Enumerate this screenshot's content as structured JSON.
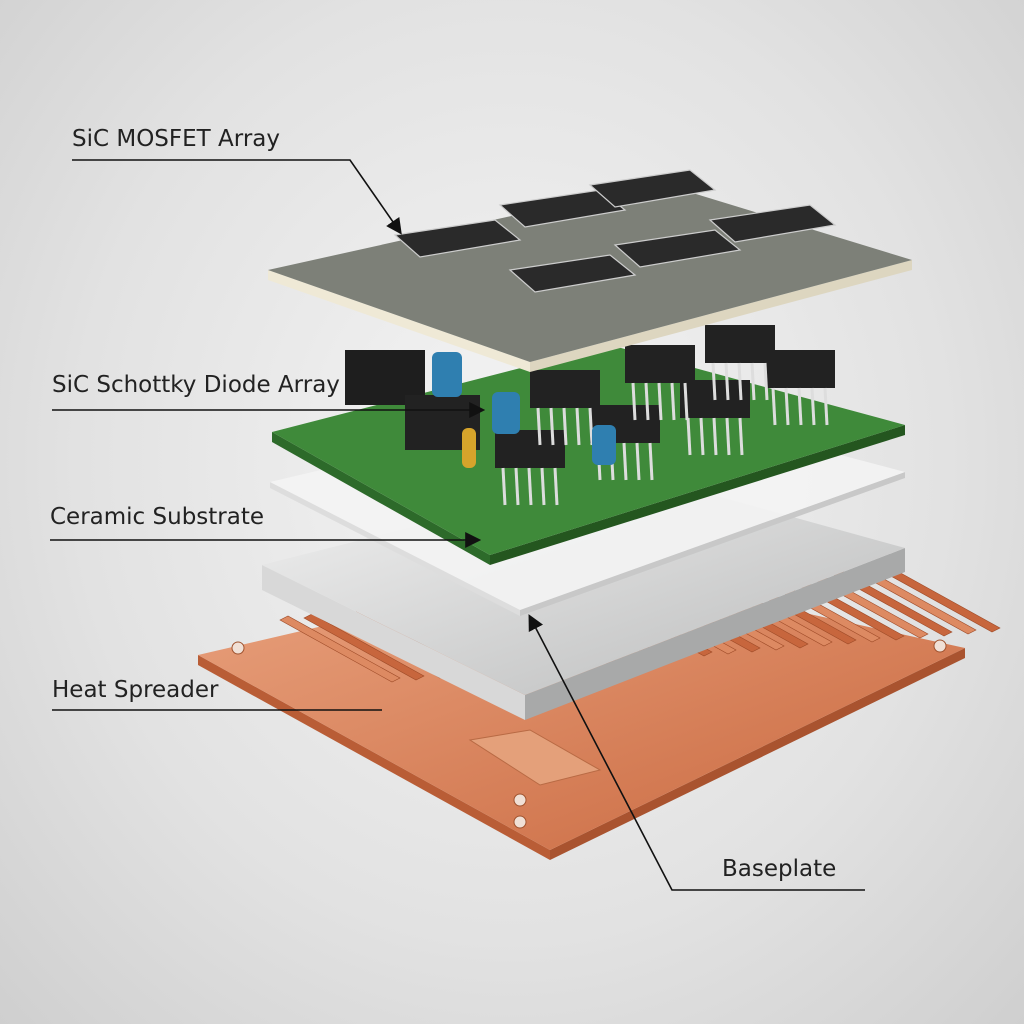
{
  "labels": {
    "mosfet": "SiC MOSFET Array",
    "diode": "SiC Schottky Diode Array",
    "ceramic": "Ceramic Substrate",
    "spreader": "Heat Spreader",
    "baseplate": "Baseplate"
  },
  "colors": {
    "copper": "#d9825e",
    "pcb_green": "#3f8a3a",
    "pcb_gray": "#7d8078",
    "ceramic": "#f2f2f2",
    "baseplate": "#cfd0d0",
    "leader": "#111111"
  }
}
